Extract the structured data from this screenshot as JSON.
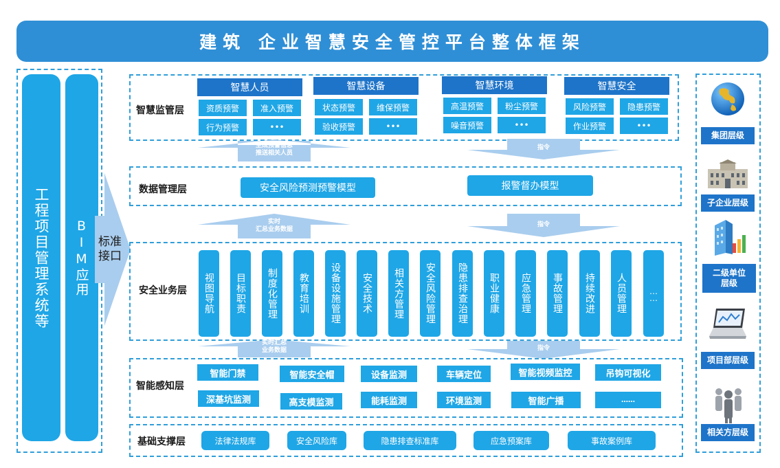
{
  "title": "建筑 企业智慧安全管控平台整体框架",
  "left": {
    "system": "工程项目管理系统等",
    "bim": "BIM应用",
    "interface": "标准接口"
  },
  "layers": {
    "monitor": {
      "label": "智慧监管层",
      "groups": [
        {
          "title": "智慧人员",
          "items": [
            "资质预警",
            "准入预警",
            "行为预警",
            "•••"
          ]
        },
        {
          "title": "智慧设备",
          "items": [
            "状态预警",
            "维保预警",
            "验收预警",
            "•••"
          ]
        },
        {
          "title": "智慧环境",
          "items": [
            "高温预警",
            "粉尘预警",
            "噪音预警",
            "•••"
          ]
        },
        {
          "title": "智慧安全",
          "items": [
            "风险预警",
            "隐患预警",
            "作业预警",
            "•••"
          ]
        }
      ]
    },
    "data": {
      "label": "数据管理层",
      "models": [
        "安全风险预测预警模型",
        "报警督办模型"
      ]
    },
    "business": {
      "label": "安全业务层",
      "items": [
        "视图导航",
        "目标职责",
        "制度化管理",
        "教育培训",
        "设备设施管理",
        "安全技术",
        "相关方管理",
        "安全风险管理",
        "隐患排查治理",
        "职业健康",
        "应急管理",
        "事故管理",
        "持续改进",
        "人员管理",
        "……"
      ]
    },
    "sensing": {
      "label": "智能感知层",
      "row1": [
        "智能门禁",
        "智能安全帽",
        "设备监测",
        "车辆定位",
        "智能视频监控",
        "吊钩可视化"
      ],
      "row2": [
        "深基坑监测",
        "高支模监测",
        "能耗监测",
        "环境监测",
        "智能广播",
        "……"
      ]
    },
    "base": {
      "label": "基础支撑层",
      "items": [
        "法律法规库",
        "安全风险库",
        "隐患排查标准库",
        "应急预案库",
        "事故案例库"
      ]
    }
  },
  "arrows": {
    "up1": [
      "生成预警信息",
      "推送相关人员"
    ],
    "down1": "指令",
    "up2": [
      "实时",
      "汇总业务数据"
    ],
    "down2": "指令",
    "up3": [
      "实时汇总",
      "业务数据"
    ],
    "down3": "指令"
  },
  "levels": [
    "集团层级",
    "子企业层级",
    "二级单位层级",
    "项目部层级",
    "相关方层级"
  ]
}
